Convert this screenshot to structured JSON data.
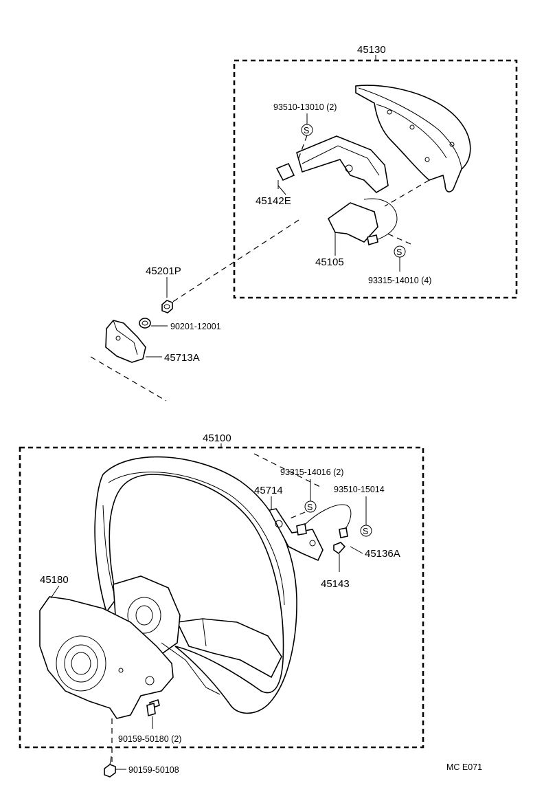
{
  "labels": {
    "p45130": "45130",
    "p93510_13010": "93510-13010 (2)",
    "p45142E": "45142E",
    "p45105": "45105",
    "p93315_14010": "93315-14010 (4)",
    "p45201P": "45201P",
    "p90201_12001": "90201-12001",
    "p45713A": "45713A",
    "p45100": "45100",
    "p93315_14016": "93315-14016 (2)",
    "p45714": "45714",
    "p93510_15014": "93510-15014",
    "p45136A": "45136A",
    "p45143": "45143",
    "p45180": "45180",
    "p90159_50180": "90159-50180 (2)",
    "p90159_50108": "90159-50108",
    "code": "MC  E071"
  },
  "markers": {
    "s": "S"
  }
}
